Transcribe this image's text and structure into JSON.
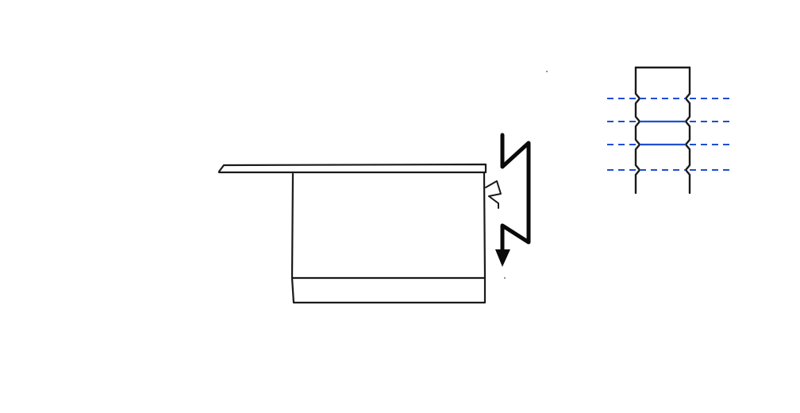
{
  "figure": {
    "caption": "",
    "colors": {
      "ink": "#1a1a1a",
      "pin_lines": "#1f4fd1",
      "background": "#ffffff"
    },
    "icons": {
      "motion_arrow": "zigzag-down-arrow-icon",
      "latch": "latch-tab-icon"
    },
    "parts": {
      "box": "cabinet-box",
      "lid": "sliding-lid",
      "base": "base-plinth",
      "detail": "interlock-column-detail"
    },
    "detail_line_count": 4
  }
}
